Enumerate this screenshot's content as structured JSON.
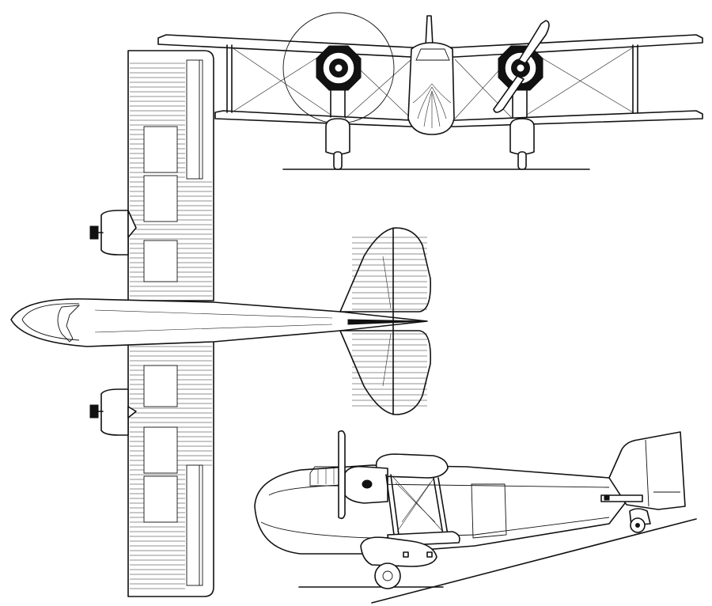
{
  "drawing": {
    "views": [
      "front",
      "plan",
      "side"
    ]
  },
  "colors": {
    "line": "#111111",
    "background": "#ffffff"
  }
}
